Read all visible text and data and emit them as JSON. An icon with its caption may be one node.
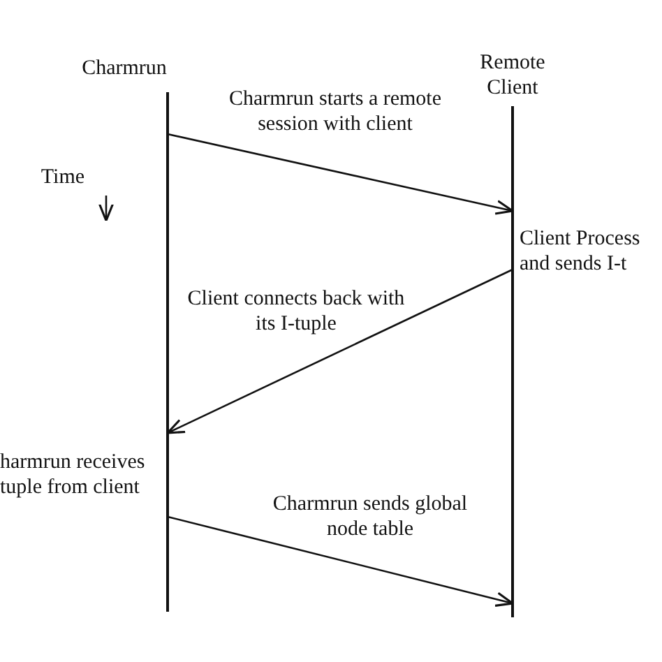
{
  "diagram": {
    "nodes": [
      {
        "text": [
          "Charmrun"
        ]
      },
      {
        "text": [
          "Remote Client"
        ]
      }
    ],
    "edges": [
      {
        "from": 0,
        "to": 1,
        "arrow": "to",
        "label": "Charmrun  starts a remote session with client"
      },
      {
        "from": 1,
        "to": 0,
        "arrow": "to",
        "label": "Client connects back with its I-tuple"
      },
      {
        "from": 0,
        "to": 1,
        "arrow": "to",
        "label": "Charmrun sends global node table"
      }
    ],
    "labels": [
      "Time",
      "Client Process and sends I-t",
      "harmrun receives tuple from client"
    ]
  }
}
